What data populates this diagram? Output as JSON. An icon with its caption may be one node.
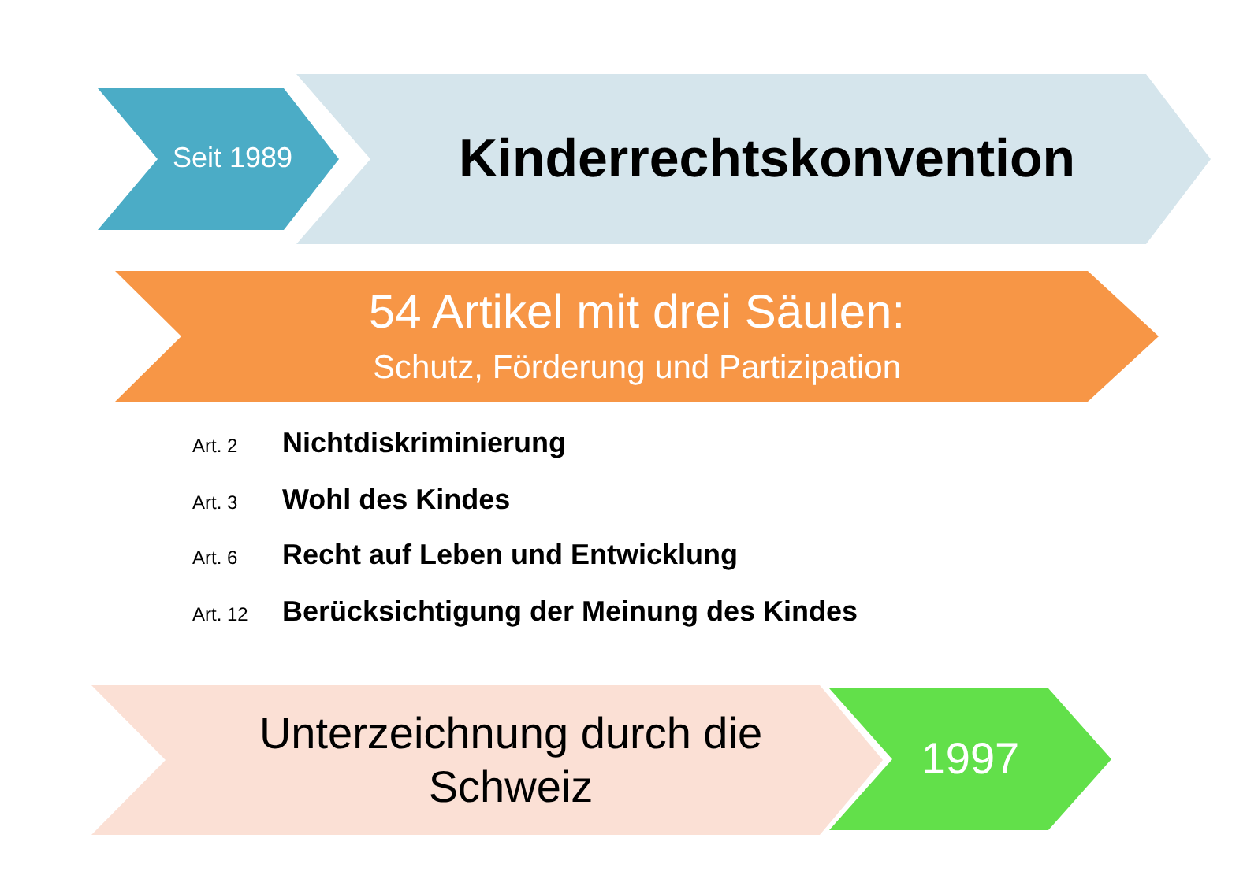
{
  "diagram": {
    "nodes": [
      {
        "text": [
          "Seit 1989"
        ]
      },
      {
        "text": [
          "Kinderrechtskonvention"
        ]
      },
      {
        "text": [
          "54 Artikel mit drei Säulen:",
          "Schutz, Förderung und Partizipation"
        ]
      },
      {
        "text": [
          "Unterzeichnung durch die Schweiz"
        ]
      },
      {
        "text": [
          "1997"
        ]
      }
    ],
    "labels": [
      "Art. 2",
      "Nichtdiskriminierung",
      "Art. 3",
      "Wohl des Kindes",
      "Art. 6",
      "Recht auf Leben und Entwicklung",
      "Art. 12",
      "Berücksichtigung der Meinung des Kindes"
    ]
  }
}
